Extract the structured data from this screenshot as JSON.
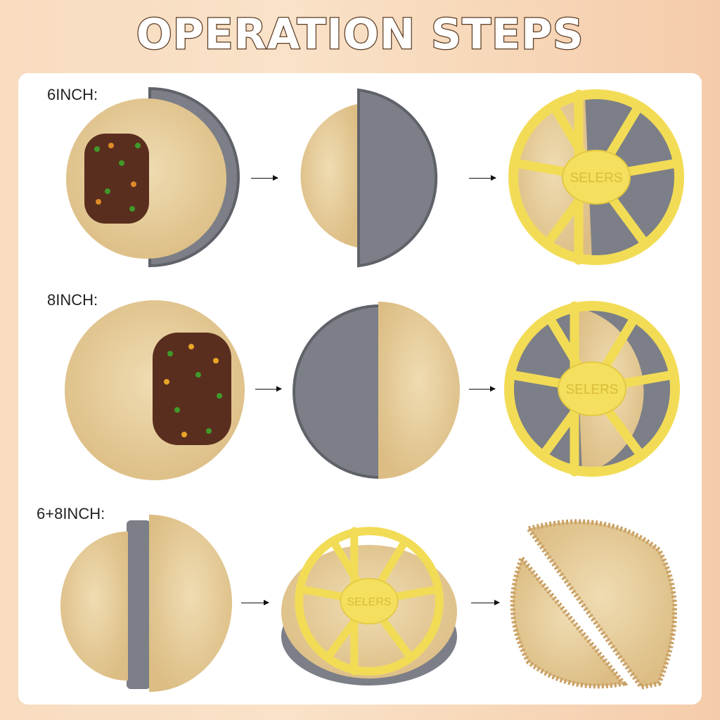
{
  "title": "OPERATION STEPS",
  "brand_logo_text": "SELERS",
  "colors": {
    "tortilla": "#ead3a2",
    "mold": "#7c7f87",
    "press": "#f2dc56",
    "filling": "#5a2e1e",
    "background": "#f8dcc0"
  },
  "rows": [
    {
      "label": "6INCH:",
      "steps": [
        "tortilla-with-filling-on-open-mold",
        "tortilla-folded-on-mold",
        "press-closed-on-mold"
      ]
    },
    {
      "label": "8INCH:",
      "steps": [
        "tortilla-with-filling-on-open-mold",
        "tortilla-folded-on-mold",
        "press-closed-on-mold"
      ]
    },
    {
      "label": "6+8INCH:",
      "steps": [
        "two-tortillas-on-open-mold",
        "press-closed-on-mold",
        "finished-sealed-halves"
      ]
    }
  ]
}
